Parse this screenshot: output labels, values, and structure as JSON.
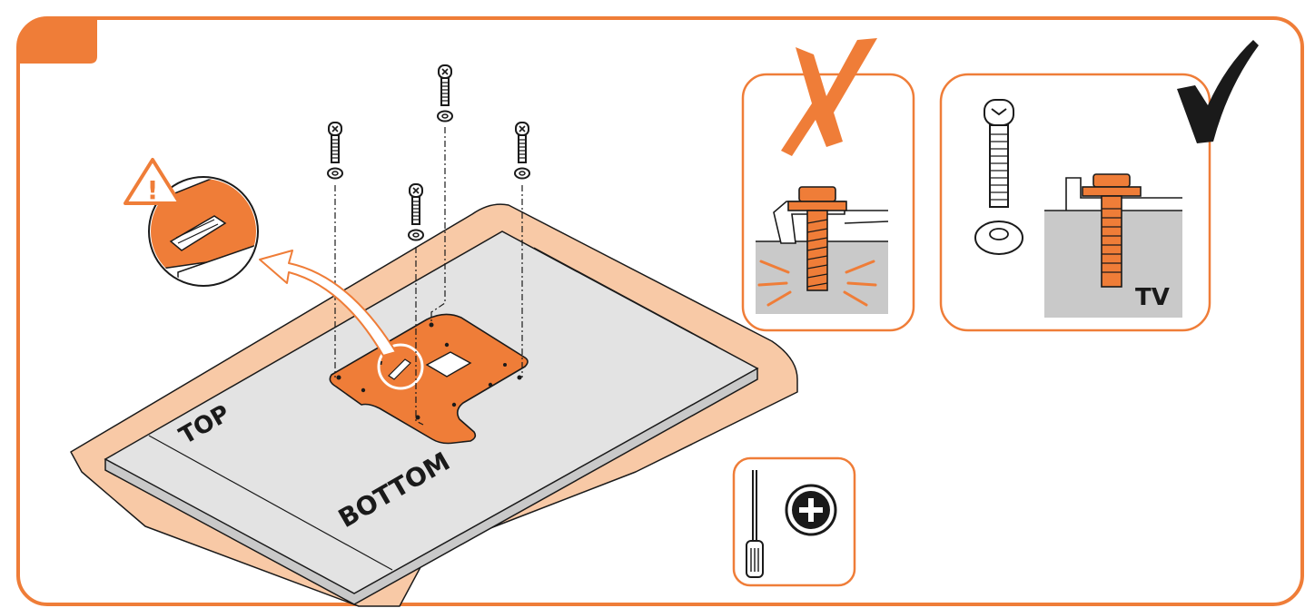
{
  "colors": {
    "accent": "#ef7d38",
    "sheet": "#f8c9a6",
    "tv_surface": "#e3e3e3",
    "tv_edge": "#c9c9c9",
    "outline": "#1a1a1a",
    "panel_border": "#ef7d38"
  },
  "tv": {
    "top_label": "TOP",
    "bottom_label": "BOTTOM"
  },
  "wrong_panel": {
    "mark_icon": "cross-mark-icon"
  },
  "correct_panel": {
    "mark_icon": "check-mark-icon",
    "tv_label": "TV"
  },
  "warning": {
    "icon": "warning-triangle-icon",
    "symbol": "!"
  },
  "tool_panel": {
    "tool_icon": "screwdriver-icon",
    "bit_icon": "phillips-head-icon"
  }
}
